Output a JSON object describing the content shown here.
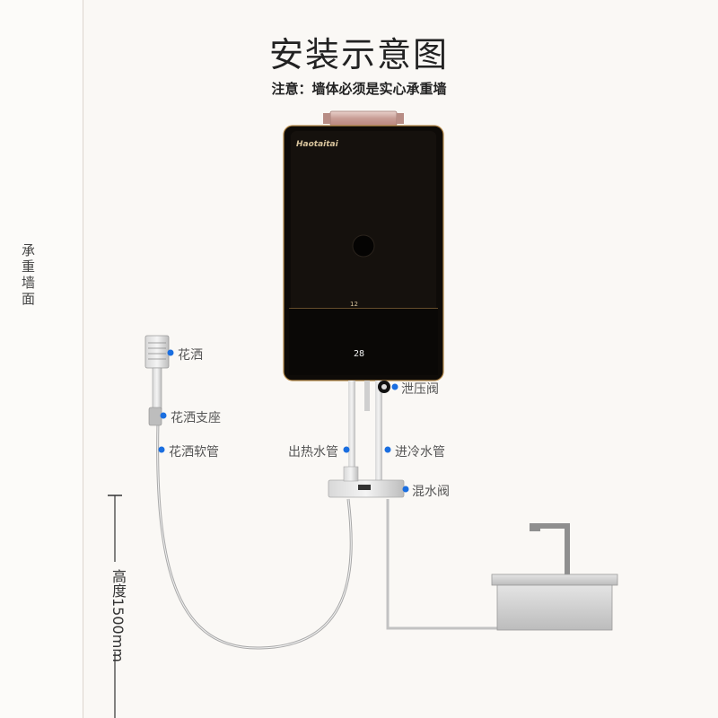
{
  "title": "安装示意图",
  "note": "注意：墙体必须是实心承重墙",
  "wall_label": "承重墙面",
  "height_label": "高度1500mm",
  "heater": {
    "brand": "Haotaitai",
    "panel_text": "12",
    "display": "28"
  },
  "labels": {
    "shower_head": "花洒",
    "shower_bracket": "花洒支座",
    "shower_hose": "花洒软管",
    "hot_pipe": "出热水管",
    "cold_pipe": "进冷水管",
    "relief_valve": "泄压阀",
    "mixing_valve": "混水阀"
  },
  "colors": {
    "marker": "#1a6ee0",
    "heater_body": "#0e0b08",
    "heater_trim": "#b58a4a",
    "pipe": "#8a8a8a"
  }
}
